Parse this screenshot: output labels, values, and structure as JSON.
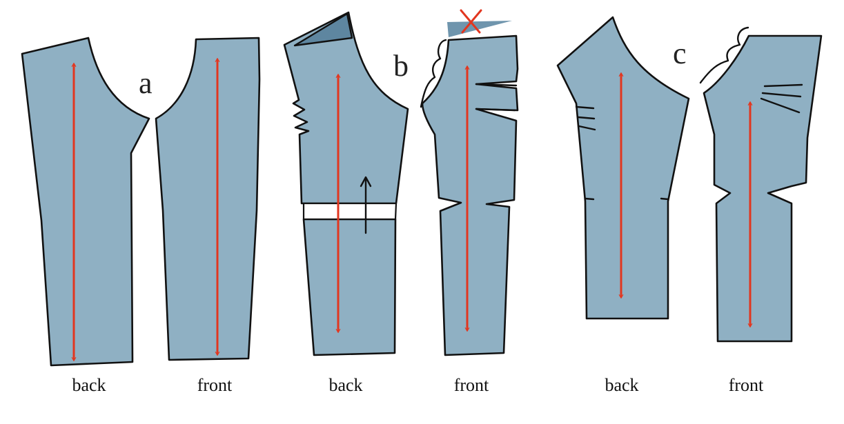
{
  "panels": [
    {
      "letter": "a",
      "labels": [
        "back",
        "front"
      ]
    },
    {
      "letter": "b",
      "labels": [
        "back",
        "front"
      ]
    },
    {
      "letter": "c",
      "labels": [
        "back",
        "front"
      ]
    }
  ],
  "colors": {
    "pattern_fill": "#8fb0c3",
    "highlight_fill": "#5e86a0",
    "grainline": "#e2361f",
    "outline": "#111111"
  },
  "icons": {
    "removed_mark": "red-x-icon",
    "shift_direction": "up-arrow-icon"
  }
}
